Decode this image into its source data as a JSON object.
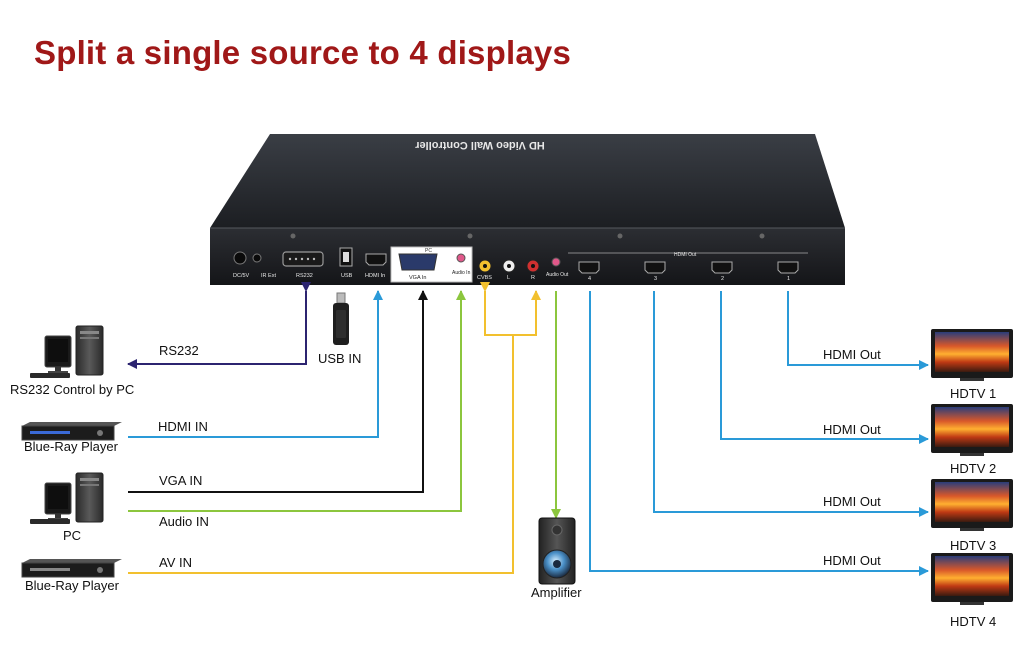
{
  "title": "Split a single source to 4 displays",
  "device": {
    "top_label": "HD Video Wall Controller",
    "ports": {
      "dc": "DC/5V",
      "ir": "IR Ext",
      "rs232": "RS232",
      "usb": "USB",
      "hdmi_in": "HDMI In",
      "pc_group": "PC",
      "vga_in": "VGA In",
      "audio_in": "Audio In",
      "cvbs": "CVBS",
      "l": "L",
      "r": "R",
      "audio_out": "Audio Out",
      "hdmi_out_group": "HDMI Out",
      "out4": "4",
      "out3": "3",
      "out2": "2",
      "out1": "1"
    }
  },
  "sources": {
    "rs232_pc": "RS232 Control by PC",
    "bluray1": "Blue-Ray Player",
    "pc": "PC",
    "bluray2": "Blue-Ray Player",
    "usb": "USB IN",
    "amplifier": "Amplifier"
  },
  "connections": {
    "rs232": "RS232",
    "hdmi_in": "HDMI IN",
    "vga_in": "VGA IN",
    "audio_in": "Audio IN",
    "av_in": "AV IN",
    "hdmi_out_1": "HDMI Out",
    "hdmi_out_2": "HDMI Out",
    "hdmi_out_3": "HDMI Out",
    "hdmi_out_4": "HDMI Out"
  },
  "displays": [
    "HDTV 1",
    "HDTV 2",
    "HDTV 3",
    "HDTV 4"
  ],
  "colors": {
    "title": "#a01818",
    "rs232_line": "#2c2470",
    "hdmi_line": "#2a9ad8",
    "vga_line": "#111111",
    "audio_line": "#8cc63e",
    "av_line": "#f2c02e"
  }
}
